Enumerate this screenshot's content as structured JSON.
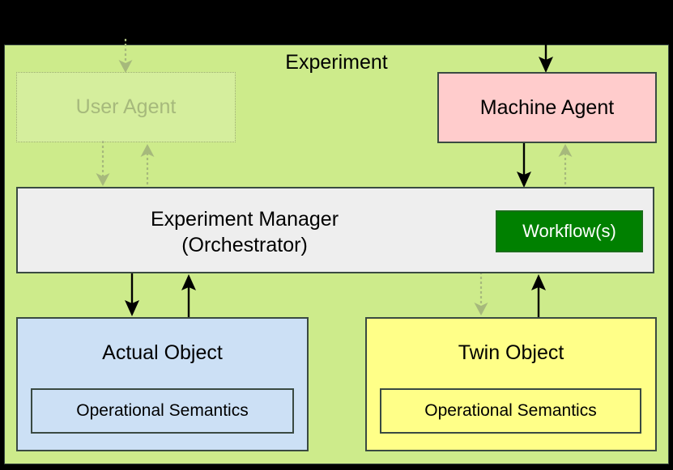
{
  "diagram": {
    "title": "Experiment",
    "background_color": "#000000",
    "container_color": "#cdeb8b",
    "nodes": {
      "user_agent": {
        "label": "User Agent",
        "fill": "#cdeb8b",
        "text_color": "#a6b97c",
        "style": "faded-dotted"
      },
      "machine_agent": {
        "label": "Machine Agent",
        "fill": "#ffcccc",
        "style": "solid"
      },
      "experiment_manager": {
        "label": "Experiment Manager\n(Orchestrator)",
        "line1": "Experiment Manager",
        "line2": "(Orchestrator)",
        "fill": "#eeeeee",
        "style": "solid"
      },
      "workflows": {
        "label": "Workflow(s)",
        "fill": "#008000",
        "text_color": "#ffffff"
      },
      "actual_object": {
        "label": "Actual Object",
        "fill": "#cce0f5",
        "inner_label": "Operational Semantics"
      },
      "twin_object": {
        "label": "Twin Object",
        "fill": "#ffff88",
        "inner_label": "Operational Semantics"
      }
    },
    "edges": [
      {
        "name": "external-to-user-agent",
        "style": "dotted",
        "color": "#a6b97c",
        "direction": "down"
      },
      {
        "name": "external-to-machine-agent",
        "style": "solid",
        "color": "#000000",
        "direction": "down"
      },
      {
        "name": "user-agent-to-manager",
        "style": "dotted",
        "color": "#a6b97c",
        "direction": "down"
      },
      {
        "name": "manager-to-user-agent",
        "style": "dotted",
        "color": "#a6b97c",
        "direction": "up"
      },
      {
        "name": "machine-agent-to-manager",
        "style": "solid",
        "color": "#000000",
        "direction": "down"
      },
      {
        "name": "manager-to-machine-agent",
        "style": "dotted",
        "color": "#a6b97c",
        "direction": "up"
      },
      {
        "name": "manager-to-actual-object",
        "style": "solid",
        "color": "#000000",
        "direction": "down"
      },
      {
        "name": "actual-object-to-manager",
        "style": "solid",
        "color": "#000000",
        "direction": "up"
      },
      {
        "name": "manager-to-twin-object",
        "style": "dotted",
        "color": "#a6b97c",
        "direction": "down"
      },
      {
        "name": "twin-object-to-manager",
        "style": "solid",
        "color": "#000000",
        "direction": "up"
      }
    ]
  }
}
